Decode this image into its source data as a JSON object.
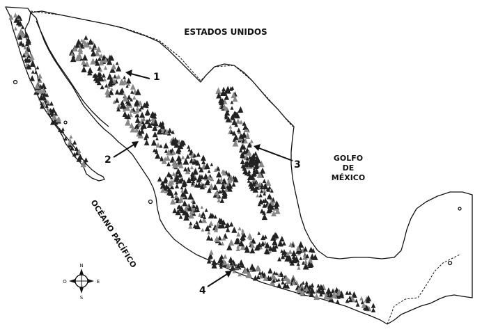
{
  "labels": {
    "usa": "ESTADOS UNIDOS",
    "gulf_line1": "GOLFO",
    "gulf_line2": "DE",
    "gulf_line3": "MÉXICO",
    "pacific": "OCÉANO PACÍFICO"
  },
  "markers": [
    {
      "id": "1",
      "label": "1"
    },
    {
      "id": "2",
      "label": "2"
    },
    {
      "id": "3",
      "label": "3"
    },
    {
      "id": "4",
      "label": "4"
    }
  ],
  "compass": {
    "n": "N",
    "s": "S",
    "e": "E",
    "w": "O"
  },
  "colors": {
    "ink": "#111111",
    "background": "#ffffff"
  }
}
